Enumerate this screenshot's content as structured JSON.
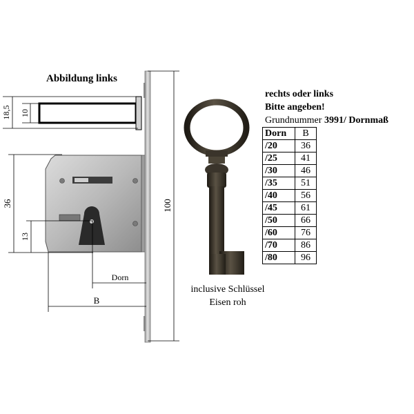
{
  "heading_left": "Abbildung links",
  "notes": {
    "line1": "rechts oder links",
    "line2": "Bitte angeben!",
    "line3_prefix": "Grundnummer ",
    "line3_bold": "3991/ Dornmaß"
  },
  "table": {
    "headers": {
      "dorn": "Dorn",
      "b": "B"
    },
    "rows": [
      {
        "dorn": "/20",
        "b": "36"
      },
      {
        "dorn": "/25",
        "b": "41"
      },
      {
        "dorn": "/30",
        "b": "46"
      },
      {
        "dorn": "/35",
        "b": "51"
      },
      {
        "dorn": "/40",
        "b": "56"
      },
      {
        "dorn": "/45",
        "b": "61"
      },
      {
        "dorn": "/50",
        "b": "66"
      },
      {
        "dorn": "/60",
        "b": "76"
      },
      {
        "dorn": "/70",
        "b": "86"
      },
      {
        "dorn": "/80",
        "b": "96"
      }
    ]
  },
  "dimensions": {
    "d_185": "18,5",
    "d_10": "10",
    "d_36": "36",
    "d_13": "13",
    "d_100": "100",
    "dorn": "Dorn",
    "b": "B"
  },
  "key_caption": {
    "line1": "inclusive Schlüssel",
    "line2": "Eisen roh"
  },
  "colors": {
    "metal_light": "#c9c9c9",
    "metal_mid": "#9a9a9a",
    "metal_dark": "#3c3c3c",
    "key_iron": "#3a342b"
  }
}
